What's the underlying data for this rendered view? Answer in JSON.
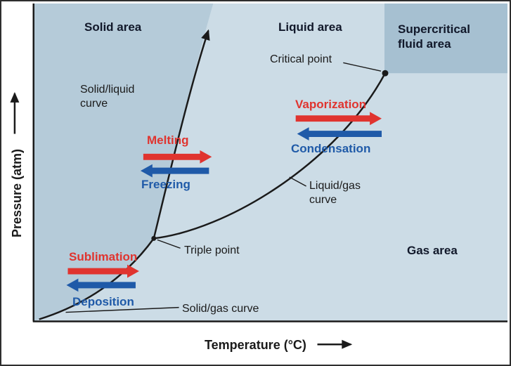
{
  "areas": {
    "solid": "Solid area",
    "liquid": "Liquid area",
    "supercritical": "Supercritical fluid area",
    "gas": "Gas area"
  },
  "points": {
    "critical": "Critical point",
    "triple": "Triple point"
  },
  "curve_labels": {
    "solid_liquid": "Solid/liquid curve",
    "liquid_gas": "Liquid/gas curve",
    "solid_gas": "Solid/gas curve"
  },
  "transitions": {
    "melting": "Melting",
    "freezing": "Freezing",
    "vaporization": "Vaporization",
    "condensation": "Condensation",
    "sublimation": "Sublimation",
    "deposition": "Deposition"
  },
  "axes": {
    "x_label": "Temperature (°C)",
    "y_label": "Pressure (atm)"
  },
  "colors": {
    "transition_red": "#e0342f",
    "transition_blue": "#1f5aa8",
    "area_light": "#ccdce6",
    "area_solid": "#b5cbd9",
    "area_supercritical": "#a6c0d1",
    "line": "#1a1a1a"
  }
}
